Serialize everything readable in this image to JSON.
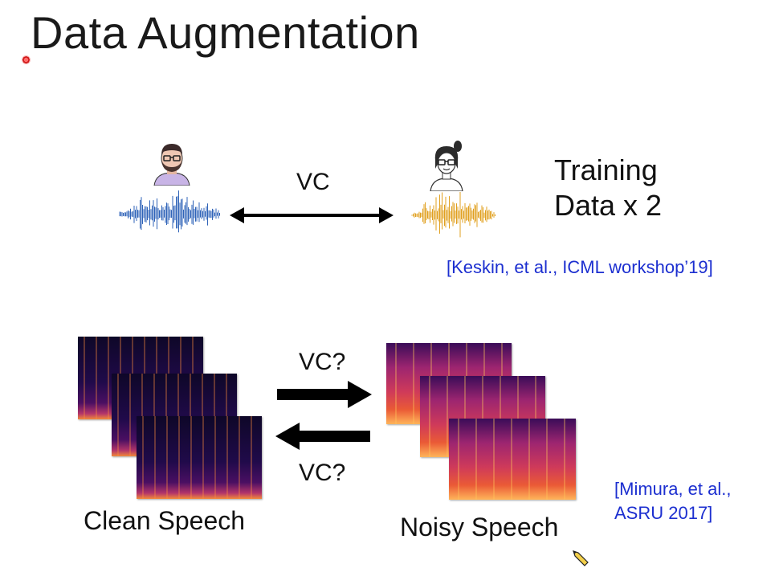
{
  "slide": {
    "title": "Data Augmentation",
    "vc_label": "VC",
    "training_line1": "Training",
    "training_line2": "Data x 2",
    "ref_keskin": "[Keskin, et al., ICML workshop’19]",
    "vc_question_top": "VC?",
    "vc_question_bottom": "VC?",
    "clean_label": "Clean Speech",
    "noisy_label": "Noisy Speech",
    "ref_mimura_line1": "[Mimura, et al.,",
    "ref_mimura_line2": "ASRU 2017]"
  },
  "colors": {
    "reference_text": "#1c2fd0",
    "waveform_male": "#2f63b8",
    "waveform_female": "#e0a020",
    "arrow": "#000000"
  },
  "icons": [
    "male-avatar-icon",
    "female-avatar-icon",
    "double-arrow-icon",
    "right-arrow-icon",
    "left-arrow-icon",
    "pen-cursor-icon"
  ]
}
